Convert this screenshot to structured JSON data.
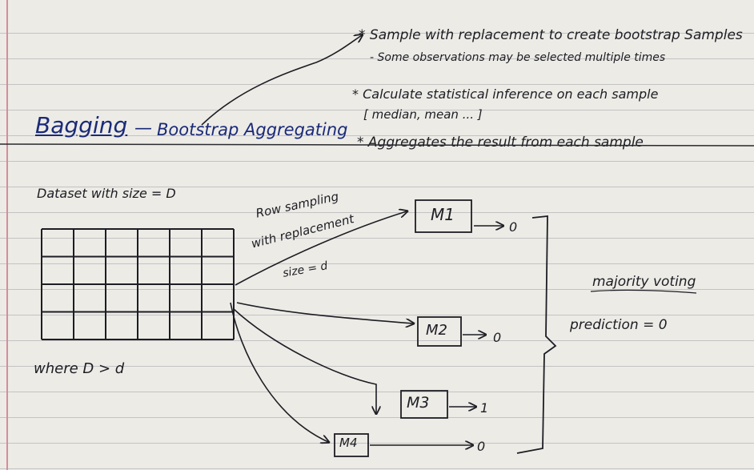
{
  "title": {
    "main": "Bagging",
    "dash": "—",
    "expansion": "Bootstrap Aggregating"
  },
  "notes": {
    "bootstrap": "* Sample with replacement to create bootstrap Samples",
    "bootstrap_sub": "- Some observations may be selected multiple times",
    "inference": "* Calculate statistical inference on each sample",
    "inference_sub": "[ median, mean ... ]",
    "aggregate": "* Aggregates the result from each sample"
  },
  "dataset": {
    "label": "Dataset with size = D",
    "condition": "where D > d",
    "rows": 4,
    "cols": 6
  },
  "sampling": {
    "line1": "Row sampling",
    "line2": "with replacement",
    "line3": "size = d"
  },
  "models": [
    {
      "label": "M1",
      "output": "0"
    },
    {
      "label": "M2",
      "output": "0"
    },
    {
      "label": "M3",
      "output": "1"
    },
    {
      "label": "M4",
      "output": "0"
    }
  ],
  "vote": {
    "line1": "majority voting",
    "line2": "prediction = 0"
  }
}
